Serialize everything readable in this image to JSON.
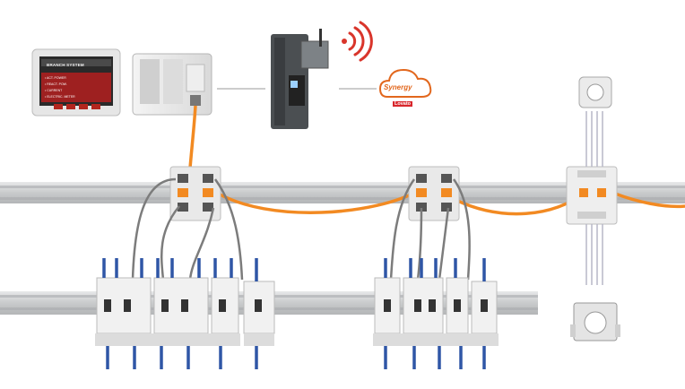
{
  "hmi": {
    "title": "BRANCH SYSTEM",
    "rows": [
      "• ACT. POWER",
      "• REACT. POW.",
      "• CURRENT",
      "• ELECTRIC. METER"
    ]
  },
  "cloud": {
    "wordmark": "Synergy",
    "brand": "Lovato"
  },
  "colors": {
    "ethernet_cable": "#f28a22",
    "din_rail": "#c9cbcc",
    "wireless_signal": "#d9352b",
    "breaker_terminals": "#2f56a6",
    "sensor_wire": "#7c7c7c"
  },
  "icons": [
    "wifi-signal-icon",
    "cloud-icon",
    "ethernet-connector-icon",
    "current-clamp-icon",
    "current-transformer-icon"
  ]
}
